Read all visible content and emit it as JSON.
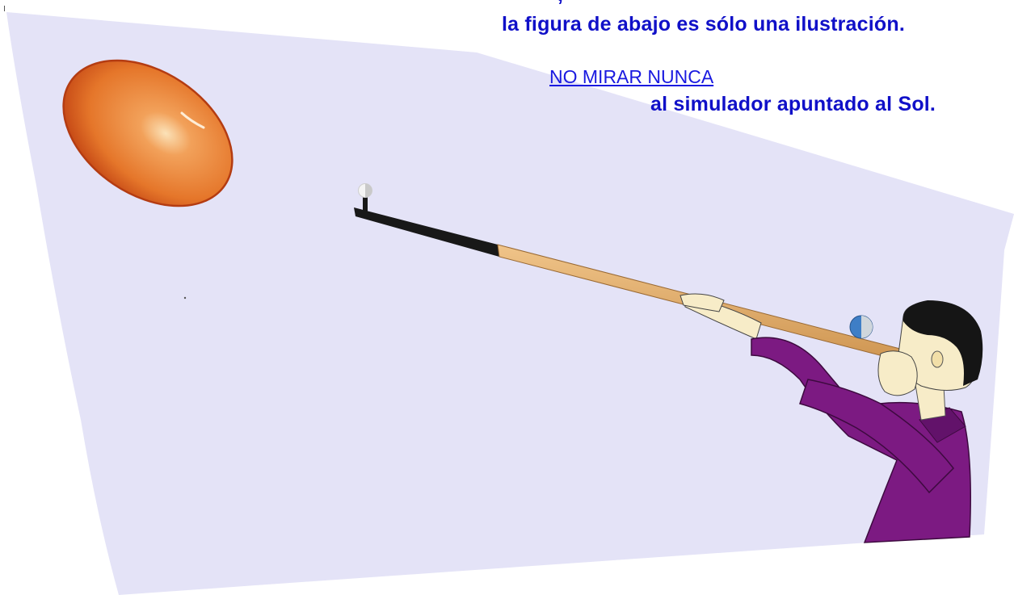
{
  "illustration": {
    "caption_top_partial": ",",
    "caption_line_1": "la figura de abajo es sólo una ilustración.",
    "warning_link": "NO MIRAR NUNCA",
    "caption_line_2": "al simulador apuntado al Sol."
  },
  "colors": {
    "sky": "#e4e3f7",
    "sun": "#e8762c",
    "text": "#1010c8",
    "link": "#1a1ae0",
    "shirt": "#7c1a82",
    "hair": "#151515",
    "stick": "#e6b370",
    "stick_dark": "#181818"
  },
  "icons": [
    "sun-icon",
    "moon-model-icon",
    "earth-model-icon",
    "observer-figure"
  ]
}
